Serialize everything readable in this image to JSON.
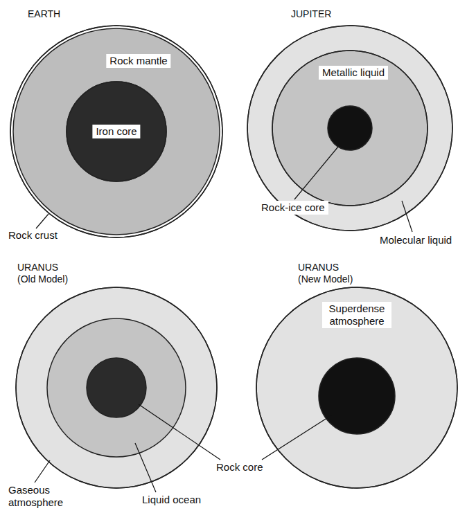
{
  "diagram": {
    "nodes": [
      {
        "text": [
          "EARTH",
          "Rock mantle"
        ]
      },
      {
        "text": [
          "Iron core"
        ],
        "in": 0
      },
      {
        "text": [
          "JUPITER"
        ]
      },
      {
        "text": [
          "Metallic liquid"
        ],
        "in": 2
      },
      {
        "text": [
          "URANUS (Old Model)"
        ]
      },
      {
        "text": [
          "URANUS (New Model)",
          "Superdense atmosphere"
        ]
      }
    ],
    "labels": [
      "Rock crust",
      "Rock-ice core",
      "Molecular liquid",
      "Gaseous atmosphere",
      "Liquid ocean",
      "Rock core"
    ]
  }
}
